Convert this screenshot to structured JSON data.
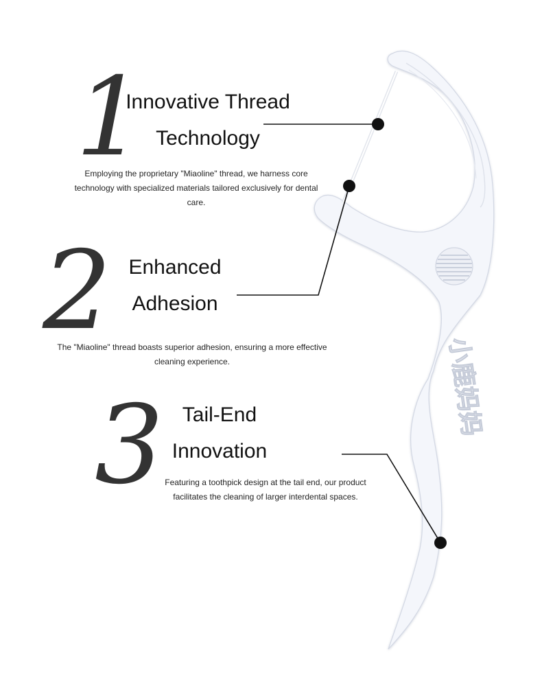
{
  "features": [
    {
      "number": "1",
      "title_line1": "Innovative Thread",
      "title_line2": "Technology",
      "description": "Employing the proprietary \"Miaoline\" thread, we harness core technology with specialized materials tailored exclusively for dental care."
    },
    {
      "number": "2",
      "title_line1": "Enhanced",
      "title_line2": "Adhesion",
      "description": "The \"Miaoline\" thread boasts superior adhesion, ensuring a more effective cleaning experience."
    },
    {
      "number": "3",
      "title_line1": "Tail-End",
      "title_line2": "Innovation",
      "description": "Featuring a toothpick design at the tail end, our product facilitates the cleaning of larger interdental spaces."
    }
  ],
  "product": {
    "brand_mark": "小鹿妈妈",
    "body_color": "#f4f6fb",
    "outline_color": "#d9dde8"
  },
  "colors": {
    "numeral": "#333333",
    "title": "#111111",
    "callout": "#111111"
  }
}
